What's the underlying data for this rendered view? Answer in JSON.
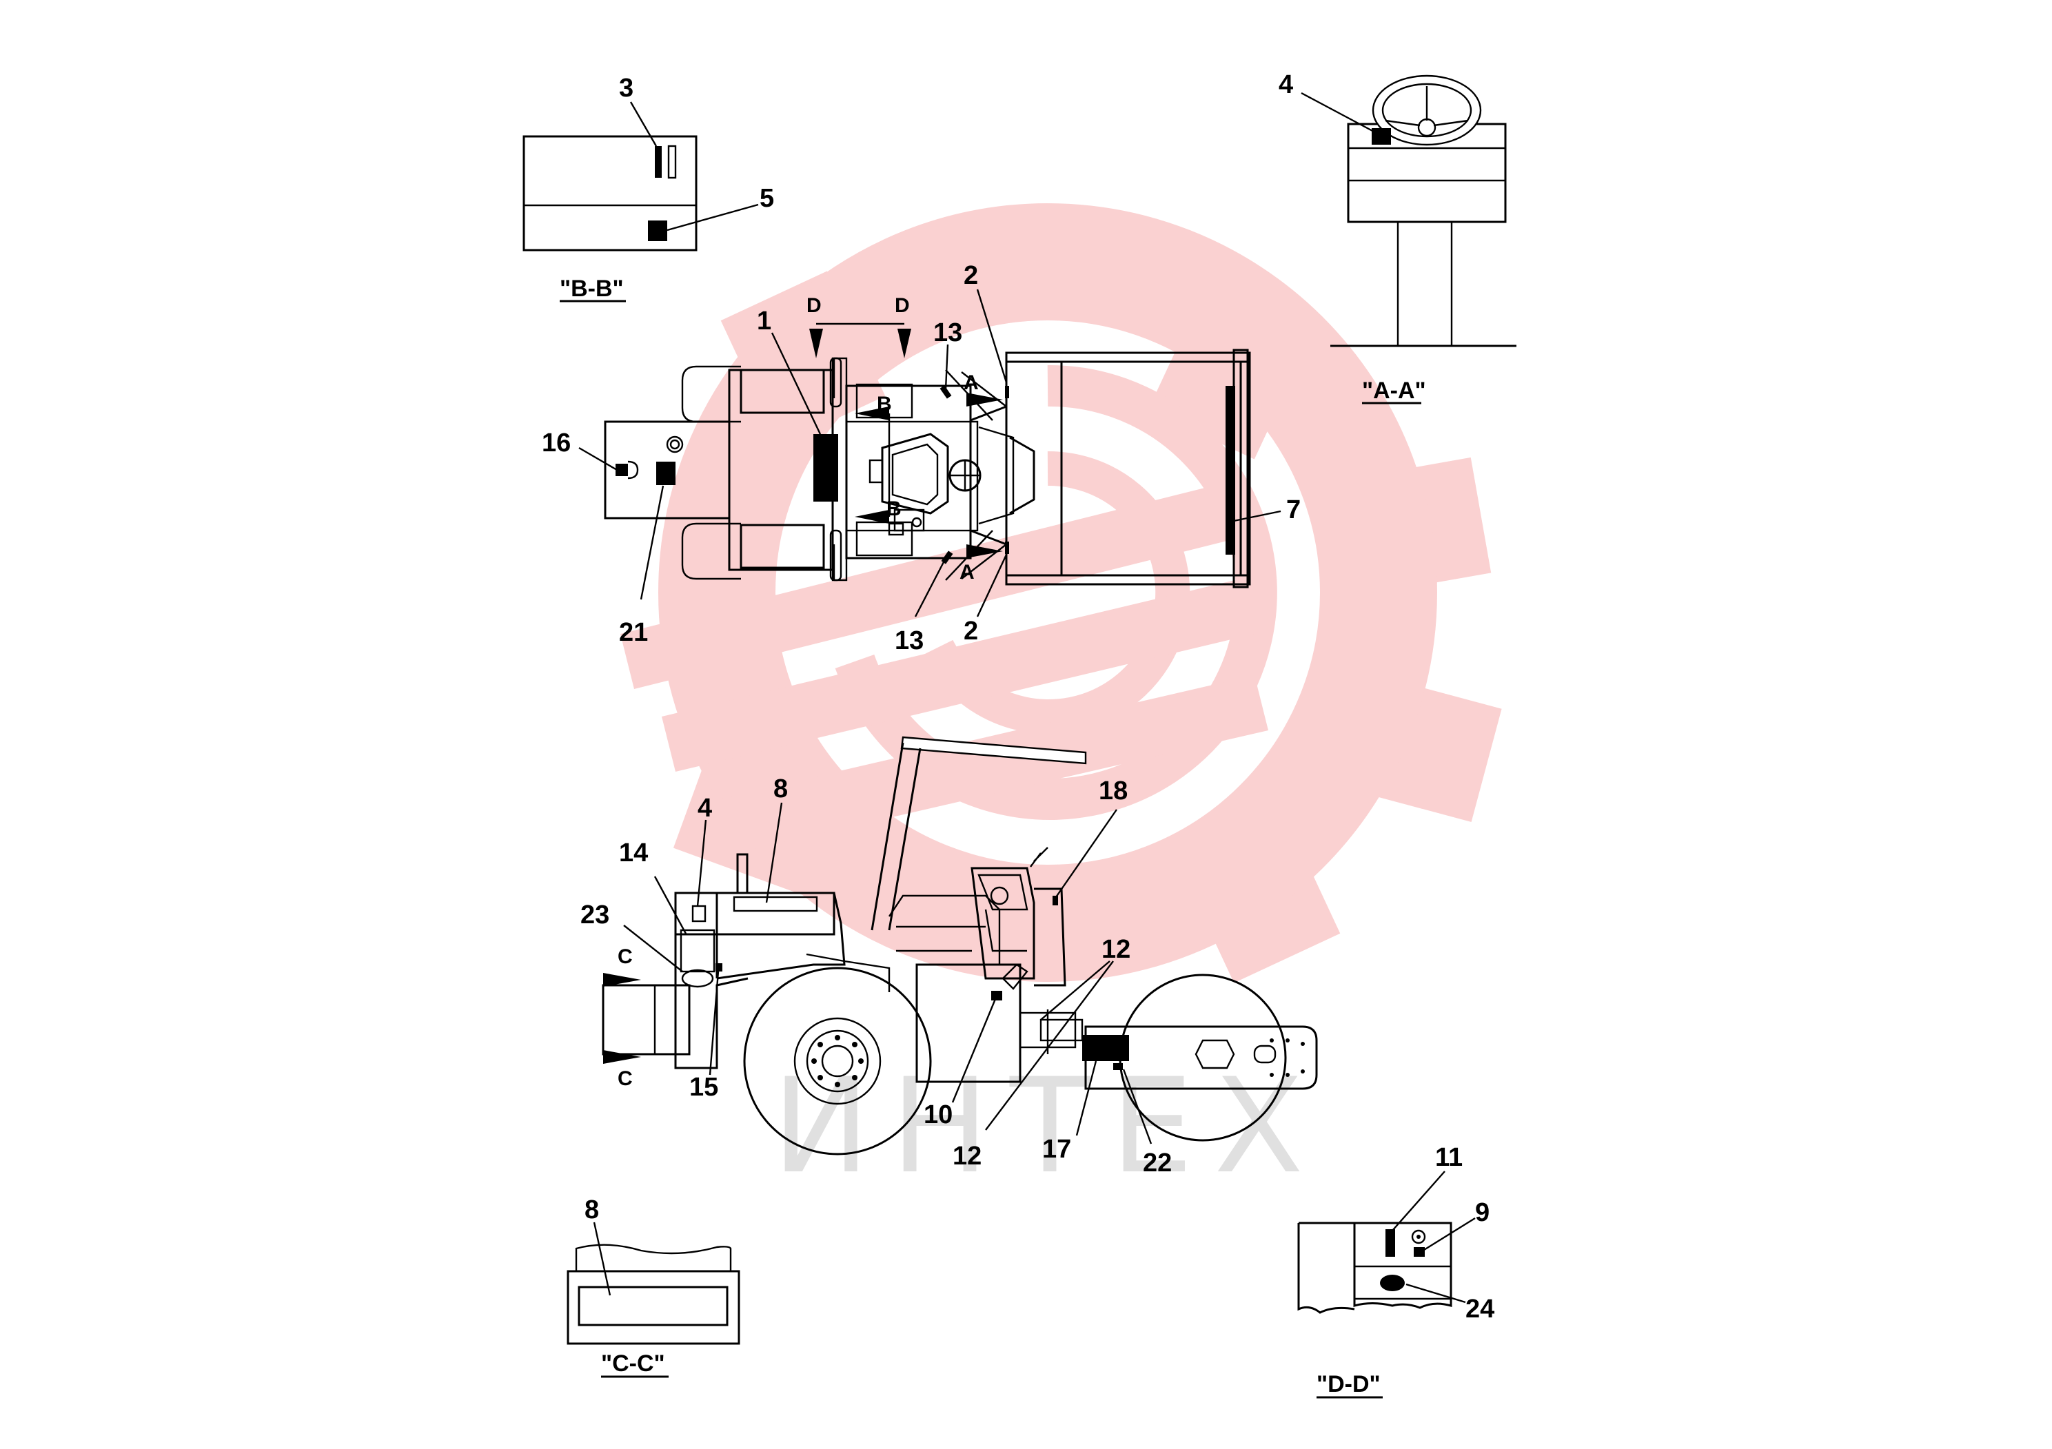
{
  "watermark": {
    "text": "ИНТЕХ",
    "gear_color": "#f9c9c9",
    "text_color": "#e0e0e0"
  },
  "views": {
    "bb": "\"B-B\"",
    "aa": "\"A-A\"",
    "cc": "\"C-C\"",
    "dd": "\"D-D\""
  },
  "section_marks": {
    "a": "A",
    "b": "B",
    "c": "C",
    "d": "D"
  },
  "callouts": {
    "c1": "1",
    "c2": "2",
    "c3": "3",
    "c4": "4",
    "c5": "5",
    "c7": "7",
    "c8": "8",
    "c9": "9",
    "c10": "10",
    "c11": "11",
    "c12": "12",
    "c13": "13",
    "c14": "14",
    "c15": "15",
    "c16": "16",
    "c17": "17",
    "c18": "18",
    "c21": "21",
    "c22": "22",
    "c23": "23",
    "c24": "24"
  }
}
